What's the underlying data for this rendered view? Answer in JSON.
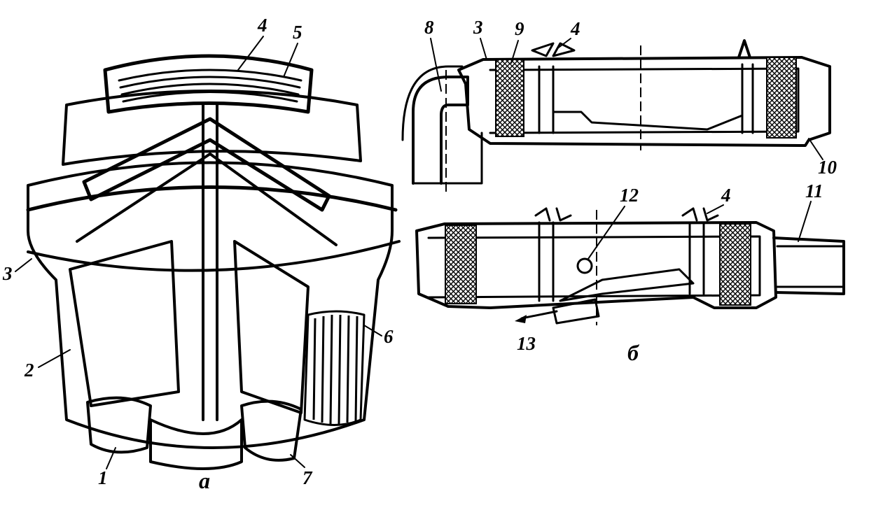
{
  "figure": {
    "captions": {
      "a": "а",
      "b": "б"
    },
    "labels_a": {
      "n1": "1",
      "n2": "2",
      "n3": "3",
      "n4": "4",
      "n5": "5",
      "n6": "6",
      "n7": "7"
    },
    "labels_b_top": {
      "n8": "8",
      "n3": "3",
      "n9": "9",
      "n4": "4",
      "n10": "10"
    },
    "labels_b_bottom": {
      "n12": "12",
      "n4": "4",
      "n11": "11",
      "n13": "13"
    }
  }
}
